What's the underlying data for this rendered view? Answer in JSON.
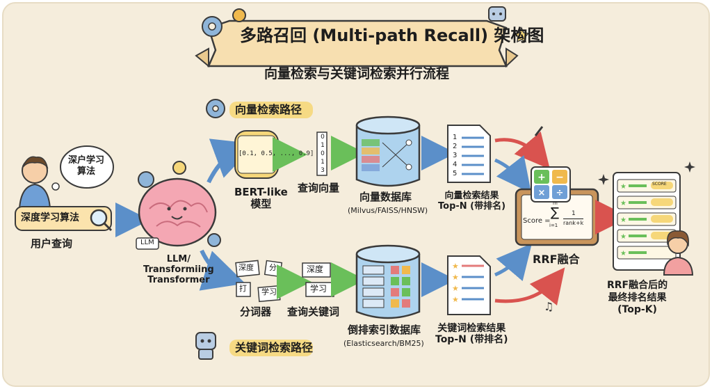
{
  "header": {
    "title": "多路召回 (Multi-path Recall) 架构图",
    "subtitle": "向量检索与关键词检索并行流程"
  },
  "user": {
    "thought": "深户学习\n算法",
    "query_text": "深度学习算法",
    "label": "用户查询"
  },
  "llm": {
    "badge": "LLM",
    "label": "LLM/\nTransformiing\nTransformer"
  },
  "vector_path": {
    "title": "向量检索路径",
    "embedding_text": "[0.1, 0.5, ..., 0.9]",
    "vector_digits": [
      "0",
      "1",
      "0",
      "1",
      "3"
    ],
    "model_label": "BERT-like\n模型",
    "query_vector_label": "查询向量",
    "db_label": "向量数据库",
    "db_sub": "(Milvus/FAISS/HNSW)",
    "result_numbers": [
      "1",
      "2",
      "3",
      "4",
      "5"
    ],
    "result_label": "向量检索结果\nTop-N (带排名)"
  },
  "keyword_path": {
    "title": "关键词检索路径",
    "tokens": [
      "深度",
      "分",
      "打",
      "学习"
    ],
    "keyword_chips": [
      "深度",
      "学习"
    ],
    "tokenizer_label": "分词器",
    "query_keywords_label": "查询关键词",
    "db_label": "倒排索引数据库",
    "db_sub": "(Elasticsearch/BM25)",
    "result_label": "关键词检索结果\nTop-N (带排名)"
  },
  "fusion": {
    "formula_score": "Score =",
    "formula_sum_top": "m",
    "formula_sum_bottom": "i=1",
    "formula_num": "1",
    "formula_den": "rank+k",
    "label": "RRF融合"
  },
  "output": {
    "score_chip": "SCORE",
    "label": "RRF融合后的\n最终排名结果\n(Top-K)"
  },
  "colors": {
    "background": "#f5eddc",
    "arrow_blue": "#5b8fc9",
    "arrow_red": "#d9534f",
    "green": "#6abf5a",
    "banner": "#f7dfb0",
    "highlight": "#f6d77a"
  }
}
